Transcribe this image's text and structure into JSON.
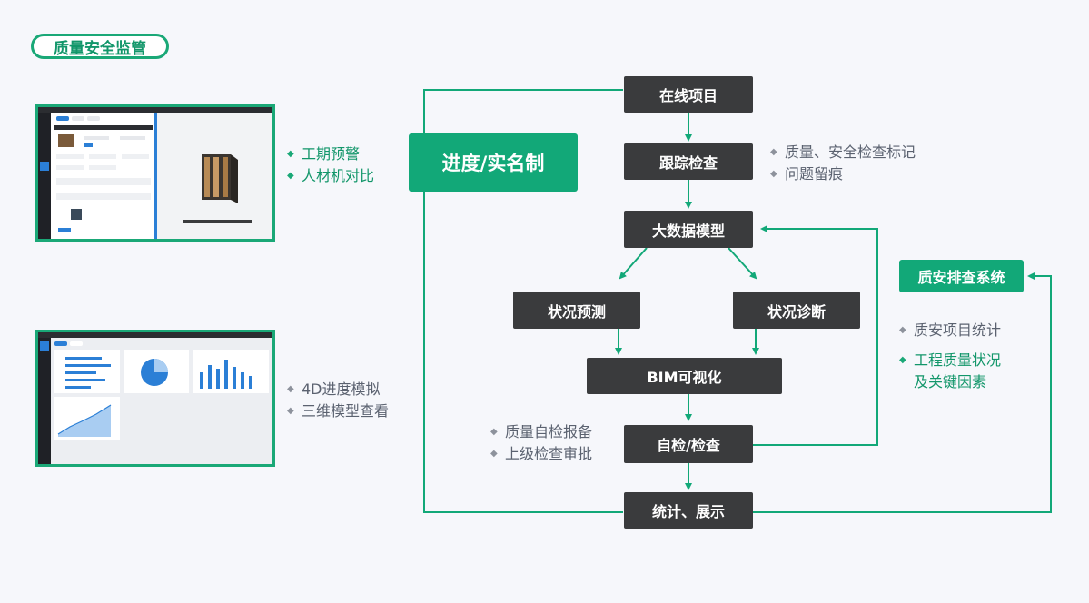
{
  "section_title": "质量安全监管",
  "screenshots": {
    "top_bullets": [
      "工期预警",
      "人材机对比"
    ],
    "bottom_bullets": [
      "4D进度模拟",
      "三维模型查看"
    ]
  },
  "flow": {
    "progress_box": "进度/实名制",
    "online_project": "在线项目",
    "tracking_check": "跟踪检查",
    "tracking_notes": [
      "质量、安全检查标记",
      "问题留痕"
    ],
    "big_data_model": "大数据模型",
    "status_predict": "状况预测",
    "status_diagnose": "状况诊断",
    "bim_visual": "BIM可视化",
    "self_check": "自检/检查",
    "self_check_notes": [
      "质量自检报备",
      "上级检查审批"
    ],
    "stats_display": "统计、展示",
    "quality_system": "质安排查系统",
    "quality_notes": [
      "质安项目统计",
      "工程质量状况\n及关键因素"
    ]
  },
  "colors": {
    "accent": "#12a878",
    "dark_box": "#3a3b3d",
    "background": "#f6f7fb"
  },
  "icons": {
    "bullet": "diamond-icon"
  }
}
